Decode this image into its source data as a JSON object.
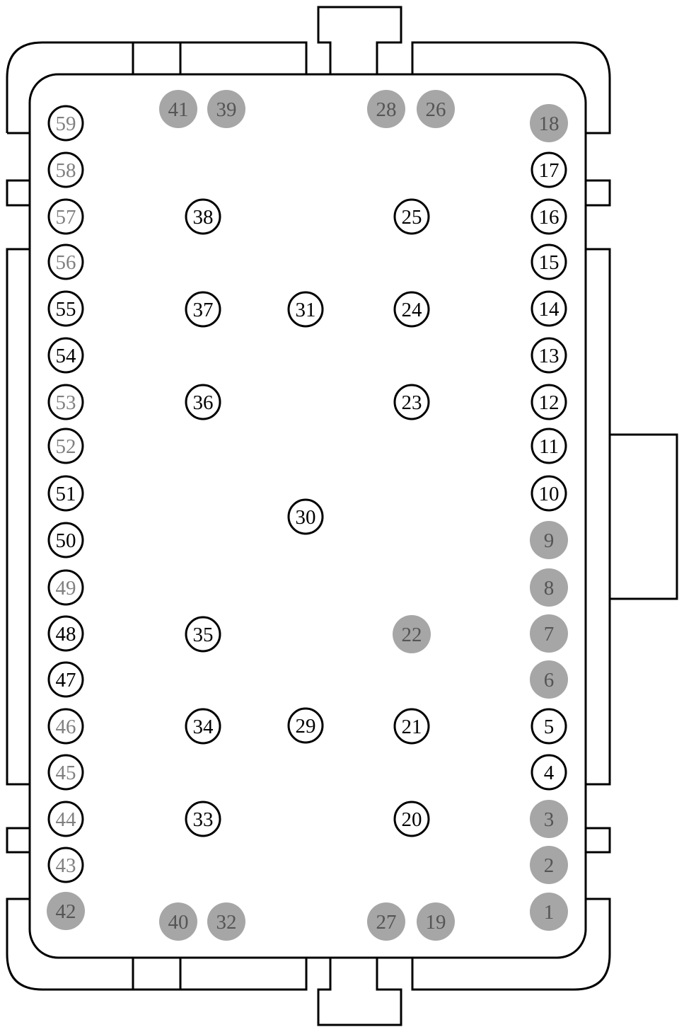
{
  "colors": {
    "outline": "#000000",
    "background": "#ffffff",
    "inactive_fill": "#a6a6a6",
    "inactive_text": "#555555",
    "grey_text": "#808080",
    "active_text": "#000000"
  },
  "pin_styles": {
    "active": "white filled circle with black outline and black number",
    "outlined_grey": "white filled circle with black outline and grey number",
    "inactive": "grey filled circle without outline and dark grey number"
  },
  "pins": [
    {
      "id": "1",
      "style": "inactive"
    },
    {
      "id": "2",
      "style": "inactive"
    },
    {
      "id": "3",
      "style": "inactive"
    },
    {
      "id": "4",
      "style": "active"
    },
    {
      "id": "5",
      "style": "active"
    },
    {
      "id": "6",
      "style": "inactive"
    },
    {
      "id": "7",
      "style": "inactive"
    },
    {
      "id": "8",
      "style": "inactive"
    },
    {
      "id": "9",
      "style": "inactive"
    },
    {
      "id": "10",
      "style": "active"
    },
    {
      "id": "11",
      "style": "active"
    },
    {
      "id": "12",
      "style": "active"
    },
    {
      "id": "13",
      "style": "active"
    },
    {
      "id": "14",
      "style": "active"
    },
    {
      "id": "15",
      "style": "active"
    },
    {
      "id": "16",
      "style": "active"
    },
    {
      "id": "17",
      "style": "active"
    },
    {
      "id": "18",
      "style": "inactive"
    },
    {
      "id": "19",
      "style": "inactive"
    },
    {
      "id": "20",
      "style": "active"
    },
    {
      "id": "21",
      "style": "active"
    },
    {
      "id": "22",
      "style": "inactive"
    },
    {
      "id": "23",
      "style": "active"
    },
    {
      "id": "24",
      "style": "active"
    },
    {
      "id": "25",
      "style": "active"
    },
    {
      "id": "26",
      "style": "inactive"
    },
    {
      "id": "27",
      "style": "inactive"
    },
    {
      "id": "28",
      "style": "inactive"
    },
    {
      "id": "29",
      "style": "active"
    },
    {
      "id": "30",
      "style": "active"
    },
    {
      "id": "31",
      "style": "active"
    },
    {
      "id": "32",
      "style": "inactive"
    },
    {
      "id": "33",
      "style": "active"
    },
    {
      "id": "34",
      "style": "active"
    },
    {
      "id": "35",
      "style": "active"
    },
    {
      "id": "36",
      "style": "active"
    },
    {
      "id": "37",
      "style": "active"
    },
    {
      "id": "38",
      "style": "active"
    },
    {
      "id": "39",
      "style": "inactive"
    },
    {
      "id": "40",
      "style": "inactive"
    },
    {
      "id": "41",
      "style": "inactive"
    },
    {
      "id": "42",
      "style": "inactive"
    },
    {
      "id": "43",
      "style": "outlined_grey"
    },
    {
      "id": "44",
      "style": "outlined_grey"
    },
    {
      "id": "45",
      "style": "outlined_grey"
    },
    {
      "id": "46",
      "style": "outlined_grey"
    },
    {
      "id": "47",
      "style": "active"
    },
    {
      "id": "48",
      "style": "active"
    },
    {
      "id": "49",
      "style": "outlined_grey"
    },
    {
      "id": "50",
      "style": "active"
    },
    {
      "id": "51",
      "style": "active"
    },
    {
      "id": "52",
      "style": "outlined_grey"
    },
    {
      "id": "53",
      "style": "outlined_grey"
    },
    {
      "id": "54",
      "style": "active"
    },
    {
      "id": "55",
      "style": "active"
    },
    {
      "id": "56",
      "style": "outlined_grey"
    },
    {
      "id": "57",
      "style": "outlined_grey"
    },
    {
      "id": "58",
      "style": "outlined_grey"
    },
    {
      "id": "59",
      "style": "outlined_grey"
    }
  ]
}
